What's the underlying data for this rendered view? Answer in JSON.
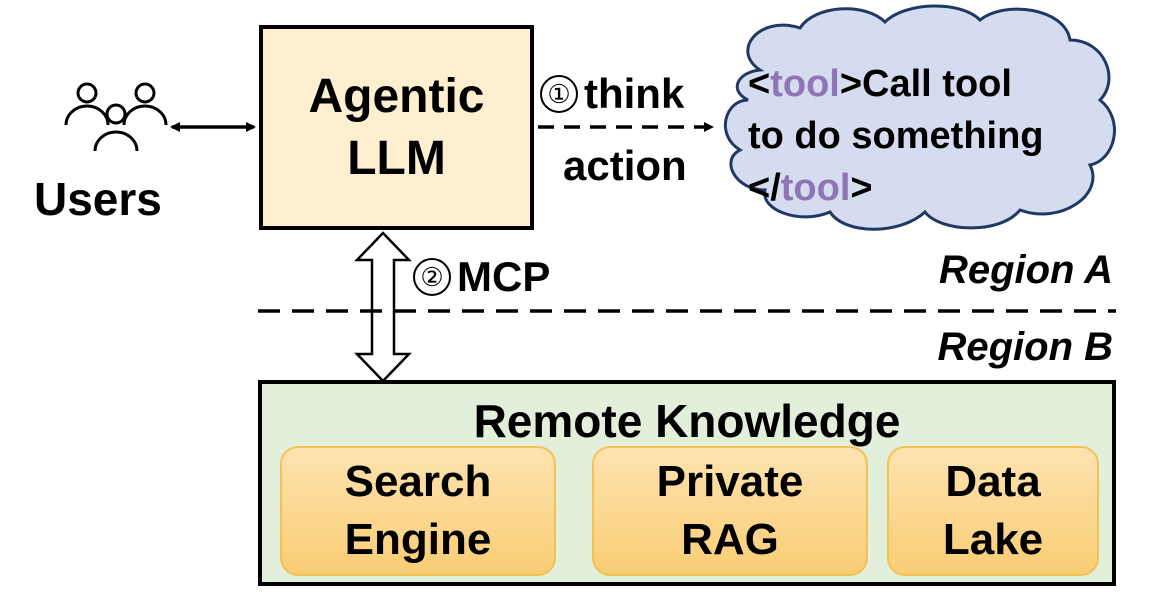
{
  "users": {
    "label": "Users"
  },
  "llm": {
    "line1": "Agentic",
    "line2": "LLM"
  },
  "step1": {
    "number": "①",
    "label": "think",
    "label2": "action"
  },
  "step2": {
    "number": "②",
    "label": "MCP"
  },
  "cloud": {
    "open_bracket": "<",
    "tag_name": "tool",
    "open_rest": ">Call tool",
    "line2": "to do something",
    "close_bracket": "</",
    "close_tag_name": "tool",
    "close_end": ">"
  },
  "regions": {
    "a": "Region A",
    "b": "Region B"
  },
  "remote": {
    "title": "Remote Knowledge",
    "items": [
      {
        "line1": "Search",
        "line2": "Engine"
      },
      {
        "line1": "Private",
        "line2": "RAG"
      },
      {
        "line1": "Data",
        "line2": "Lake"
      }
    ]
  },
  "colors": {
    "llm_fill": "#fdefcf",
    "cloud_fill": "#d6dcf0",
    "tag_text": "#8e75b5",
    "remote_fill": "#e2efda",
    "kb_fill": "#f9cd74"
  }
}
